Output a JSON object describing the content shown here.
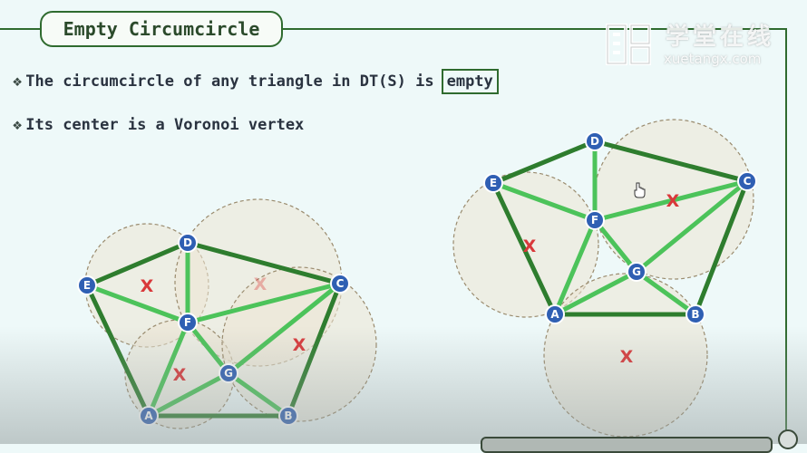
{
  "title": "Empty Circumcircle",
  "bullets": [
    {
      "text": "The circumcircle of any triangle in DT(S) is",
      "highlight": "empty"
    },
    {
      "text": "Its center is a Voronoi vertex"
    }
  ],
  "watermark": {
    "cn": "学堂在线",
    "en": "xuetangx.com"
  },
  "bullet_icon": "diamond-bullet-icon",
  "colors": {
    "background": "#eef9f9",
    "frame": "#2f6b2f",
    "hull_edge": "#2e7d2e",
    "inner_edge": "#4cc35a",
    "vertex_fill": "#2f5fb3",
    "circle_fill": "#ece5d3",
    "circle_stroke": "#9a8b6e",
    "center_mark": "#d9383a"
  },
  "diagram_left": {
    "vertex_labels": {
      "A": "A",
      "B": "B",
      "C": "C",
      "D": "D",
      "E": "E",
      "F": "F",
      "G": "G"
    },
    "center_mark": "X"
  },
  "diagram_right": {
    "vertex_labels": {
      "A": "A",
      "B": "B",
      "C": "C",
      "D": "D",
      "E": "E",
      "F": "F",
      "G": "G"
    },
    "center_mark": "X"
  }
}
